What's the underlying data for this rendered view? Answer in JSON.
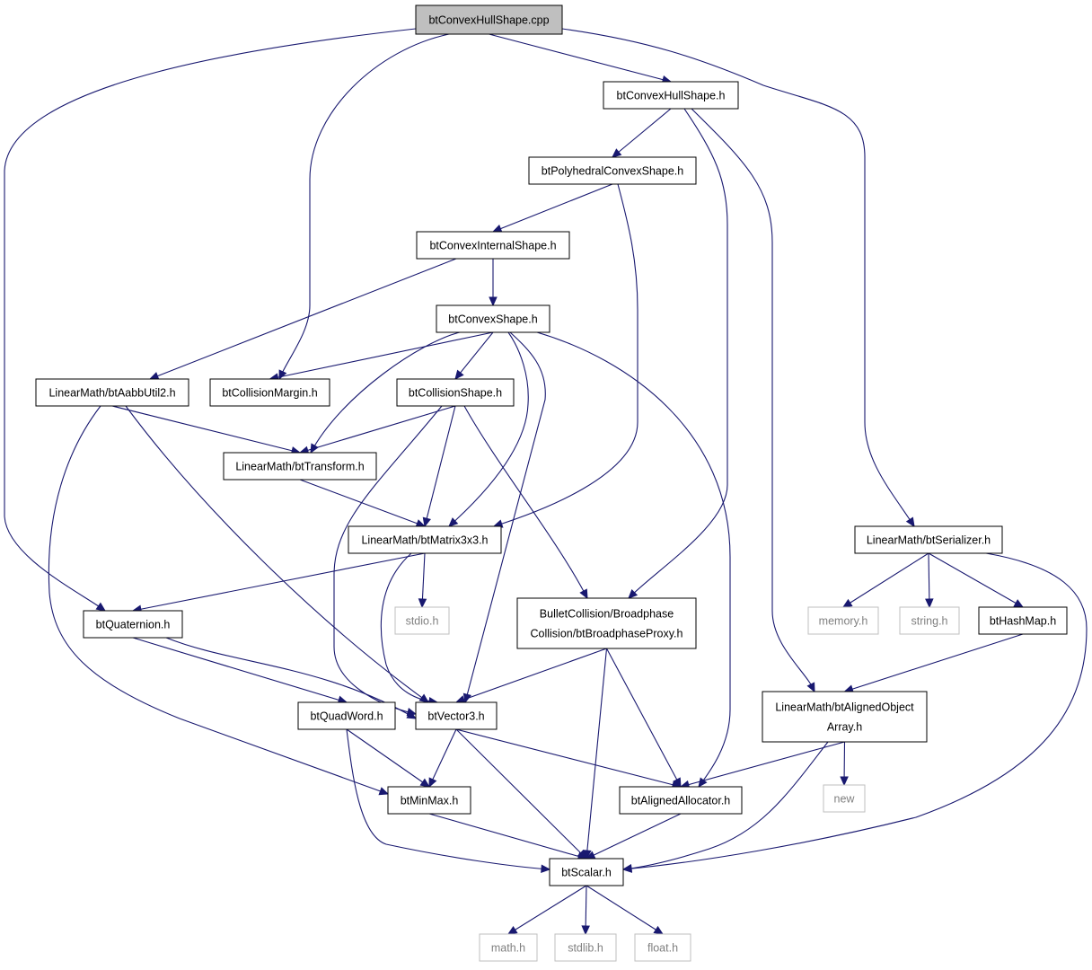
{
  "graph": {
    "root": "btConvexHullShape.cpp",
    "nodes": {
      "cpp": {
        "label": [
          "btConvexHullShape.cpp"
        ],
        "kind": "root"
      },
      "hull": {
        "label": [
          "btConvexHullShape.h"
        ],
        "kind": "header"
      },
      "poly": {
        "label": [
          "btPolyhedralConvexShape.h"
        ],
        "kind": "header"
      },
      "internal": {
        "label": [
          "btConvexInternalShape.h"
        ],
        "kind": "header"
      },
      "convex": {
        "label": [
          "btConvexShape.h"
        ],
        "kind": "header"
      },
      "aabb": {
        "label": [
          "LinearMath/btAabbUtil2.h"
        ],
        "kind": "header"
      },
      "margin": {
        "label": [
          "btCollisionMargin.h"
        ],
        "kind": "header"
      },
      "coll": {
        "label": [
          "btCollisionShape.h"
        ],
        "kind": "header"
      },
      "transform": {
        "label": [
          "LinearMath/btTransform.h"
        ],
        "kind": "header"
      },
      "matrix": {
        "label": [
          "LinearMath/btMatrix3x3.h"
        ],
        "kind": "header"
      },
      "stdio": {
        "label": [
          "stdio.h"
        ],
        "kind": "system"
      },
      "quat": {
        "label": [
          "btQuaternion.h"
        ],
        "kind": "header"
      },
      "proxy": {
        "label": [
          "BulletCollision/Broadphase",
          "Collision/btBroadphaseProxy.h"
        ],
        "kind": "header"
      },
      "serializer": {
        "label": [
          "LinearMath/btSerializer.h"
        ],
        "kind": "header"
      },
      "memory": {
        "label": [
          "memory.h"
        ],
        "kind": "system"
      },
      "string": {
        "label": [
          "string.h"
        ],
        "kind": "system"
      },
      "hashmap": {
        "label": [
          "btHashMap.h"
        ],
        "kind": "header"
      },
      "quadword": {
        "label": [
          "btQuadWord.h"
        ],
        "kind": "header"
      },
      "vector3": {
        "label": [
          "btVector3.h"
        ],
        "kind": "header"
      },
      "alignedarr": {
        "label": [
          "LinearMath/btAlignedObject",
          "Array.h"
        ],
        "kind": "header"
      },
      "minmax": {
        "label": [
          "btMinMax.h"
        ],
        "kind": "header"
      },
      "alloc": {
        "label": [
          "btAlignedAllocator.h"
        ],
        "kind": "header"
      },
      "new": {
        "label": [
          "new"
        ],
        "kind": "system"
      },
      "scalar": {
        "label": [
          "btScalar.h"
        ],
        "kind": "header"
      },
      "math": {
        "label": [
          "math.h"
        ],
        "kind": "system"
      },
      "stdlib": {
        "label": [
          "stdlib.h"
        ],
        "kind": "system"
      },
      "float": {
        "label": [
          "float.h"
        ],
        "kind": "system"
      }
    },
    "edges": [
      [
        "cpp",
        "hull"
      ],
      [
        "cpp",
        "margin"
      ],
      [
        "cpp",
        "quat"
      ],
      [
        "cpp",
        "serializer"
      ],
      [
        "hull",
        "poly"
      ],
      [
        "hull",
        "proxy"
      ],
      [
        "hull",
        "alignedarr"
      ],
      [
        "poly",
        "internal"
      ],
      [
        "poly",
        "matrix"
      ],
      [
        "internal",
        "convex"
      ],
      [
        "internal",
        "aabb"
      ],
      [
        "convex",
        "margin"
      ],
      [
        "convex",
        "coll"
      ],
      [
        "convex",
        "transform"
      ],
      [
        "convex",
        "matrix"
      ],
      [
        "convex",
        "vector3"
      ],
      [
        "convex",
        "alloc"
      ],
      [
        "aabb",
        "transform"
      ],
      [
        "aabb",
        "vector3"
      ],
      [
        "aabb",
        "minmax"
      ],
      [
        "coll",
        "transform"
      ],
      [
        "coll",
        "matrix"
      ],
      [
        "coll",
        "vector3"
      ],
      [
        "coll",
        "proxy"
      ],
      [
        "transform",
        "matrix"
      ],
      [
        "matrix",
        "quat"
      ],
      [
        "matrix",
        "vector3"
      ],
      [
        "matrix",
        "stdio"
      ],
      [
        "quat",
        "quadword"
      ],
      [
        "quat",
        "vector3"
      ],
      [
        "proxy",
        "vector3"
      ],
      [
        "proxy",
        "scalar"
      ],
      [
        "proxy",
        "alloc"
      ],
      [
        "serializer",
        "memory"
      ],
      [
        "serializer",
        "string"
      ],
      [
        "serializer",
        "hashmap"
      ],
      [
        "serializer",
        "scalar"
      ],
      [
        "hashmap",
        "alignedarr"
      ],
      [
        "alignedarr",
        "alloc"
      ],
      [
        "alignedarr",
        "new"
      ],
      [
        "alignedarr",
        "scalar"
      ],
      [
        "quadword",
        "minmax"
      ],
      [
        "quadword",
        "scalar"
      ],
      [
        "vector3",
        "minmax"
      ],
      [
        "vector3",
        "alloc"
      ],
      [
        "vector3",
        "scalar"
      ],
      [
        "minmax",
        "scalar"
      ],
      [
        "alloc",
        "scalar"
      ],
      [
        "scalar",
        "math"
      ],
      [
        "scalar",
        "stdlib"
      ],
      [
        "scalar",
        "float"
      ]
    ]
  },
  "colors": {
    "edge": "#191970",
    "root_fill": "#bfbfbf",
    "node_border": "#000000",
    "system_border": "#bfbfbf",
    "system_text": "#808080"
  }
}
